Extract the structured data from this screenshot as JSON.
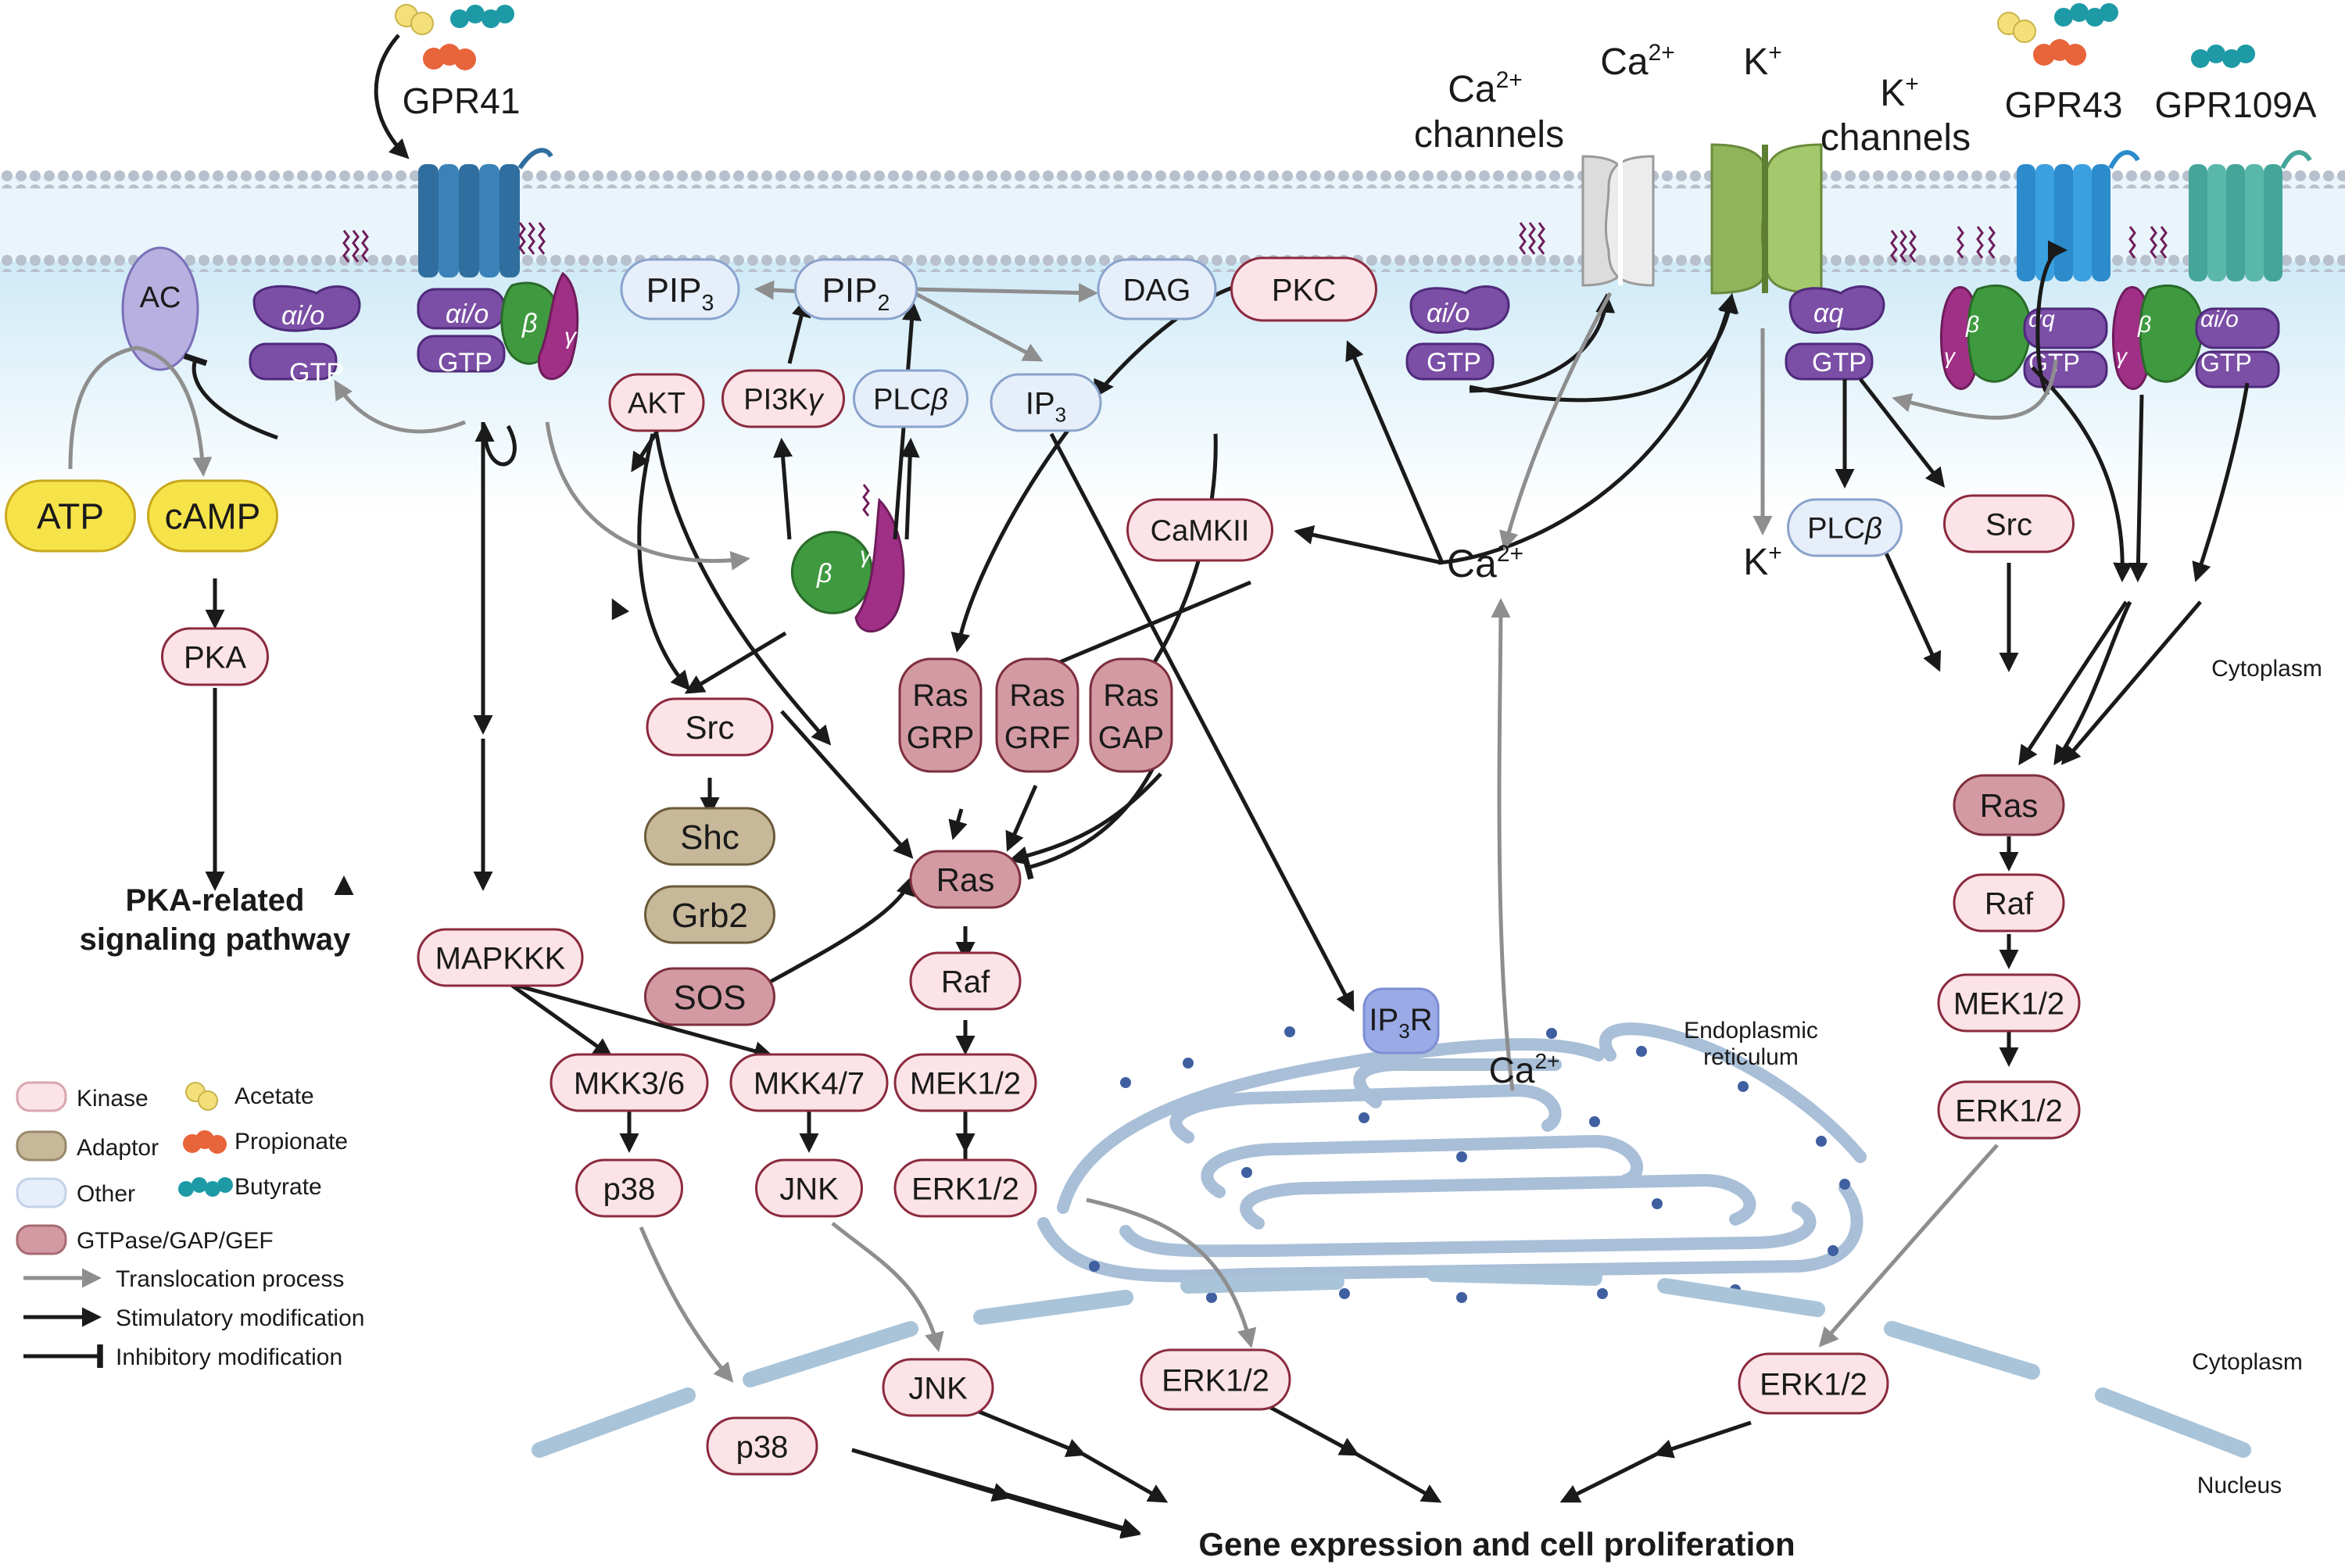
{
  "title": "Gene expression and cell proliferation",
  "colors": {
    "kinase_fill": "#fbe3e7",
    "kinase_stroke": "#8b2a3e",
    "adaptor_fill": "#c8b89a",
    "adaptor_stroke": "#6b5a3a",
    "other_fill": "#e6eefa",
    "other_stroke": "#8aa3cc",
    "gtpase_fill": "#d39aa3",
    "gtpase_stroke": "#7e2f3e",
    "membrane": "#c9d3df",
    "cytoplasm_band": "#e4f3fb",
    "galpha": "#7b4fa6",
    "gbeta": "#3f9a3f",
    "ggamma": "#a02f86",
    "gpr41": "#2f6e9e",
    "gpr43": "#2b8bcb",
    "gpr109a": "#46a59a",
    "ca_channel": "#e6e6e6",
    "k_channel": "#8fb55a",
    "atp": "#f6e34a",
    "er": "#a9bfd8"
  },
  "receptors": {
    "gpr41": "GPR41",
    "gpr43": "GPR43",
    "gpr109a": "GPR109A"
  },
  "channels": {
    "ca_label_a": "Ca",
    "ca_label_b": "channels",
    "ca_ion": "Ca",
    "k_ion": "K",
    "k_label_a": "K",
    "k_label_b": "channels",
    "sup_ca": "2+",
    "sup_k": "+"
  },
  "membrane_proteins": {
    "ac": "AC",
    "gtp": "GTP",
    "ai_o": "αi/o",
    "aq": "αq",
    "beta": "β",
    "gamma": "γ"
  },
  "left": {
    "atp": "ATP",
    "camp": "cAMP",
    "pka": "PKA",
    "pka_pathway_1": "PKA-related",
    "pka_pathway_2": "signaling pathway"
  },
  "center": {
    "pip3": "PIP",
    "pip3_sub": "3",
    "pip2": "PIP",
    "pip2_sub": "2",
    "dag": "DAG",
    "pkc": "PKC",
    "akt": "AKT",
    "pi3k": "PI3K",
    "pi3k_g": "γ",
    "plcb": "PLC",
    "plcb_b": "β",
    "ip3": "IP",
    "ip3_sub": "3",
    "camkii": "CaMKII",
    "ca_center": "Ca",
    "src": "Src",
    "shc": "Shc",
    "grb2": "Grb2",
    "sos": "SOS",
    "ras_grp_1": "Ras",
    "ras_grp_2": "GRP",
    "ras_grf_1": "Ras",
    "ras_grf_2": "GRF",
    "ras_gap_1": "Ras",
    "ras_gap_2": "GAP",
    "ras": "Ras",
    "raf": "Raf",
    "mek": "MEK1/2",
    "erk": "ERK1/2",
    "mapkkk": "MAPKKK",
    "mkk36": "MKK3/6",
    "mkk47": "MKK4/7",
    "p38": "p38",
    "jnk": "JNK",
    "ip3r": "IP",
    "ip3r_sub": "3",
    "ip3r_r": "R",
    "ca_er": "Ca"
  },
  "right": {
    "plcb": "PLC",
    "plcb_b": "β",
    "src": "Src",
    "ras": "Ras",
    "raf": "Raf",
    "mek": "MEK1/2",
    "erk": "ERK1/2",
    "k_out": "K"
  },
  "nucleus": {
    "p38": "p38",
    "jnk": "JNK",
    "erk_center": "ERK1/2",
    "erk_right": "ERK1/2"
  },
  "compartments": {
    "cytoplasm_top": "Cytoplasm",
    "er_1": "Endoplasmic",
    "er_2": "reticulum",
    "cytoplasm_bottom": "Cytoplasm",
    "nucleus": "Nucleus"
  },
  "legend": {
    "kinase": "Kinase",
    "adaptor": "Adaptor",
    "other": "Other",
    "gtpase": "GTPase/GAP/GEF",
    "acetate": "Acetate",
    "propionate": "Propionate",
    "butyrate": "Butyrate",
    "translocation": "Translocation process",
    "stimulatory": "Stimulatory modification",
    "inhibitory": "Inhibitory modification"
  }
}
